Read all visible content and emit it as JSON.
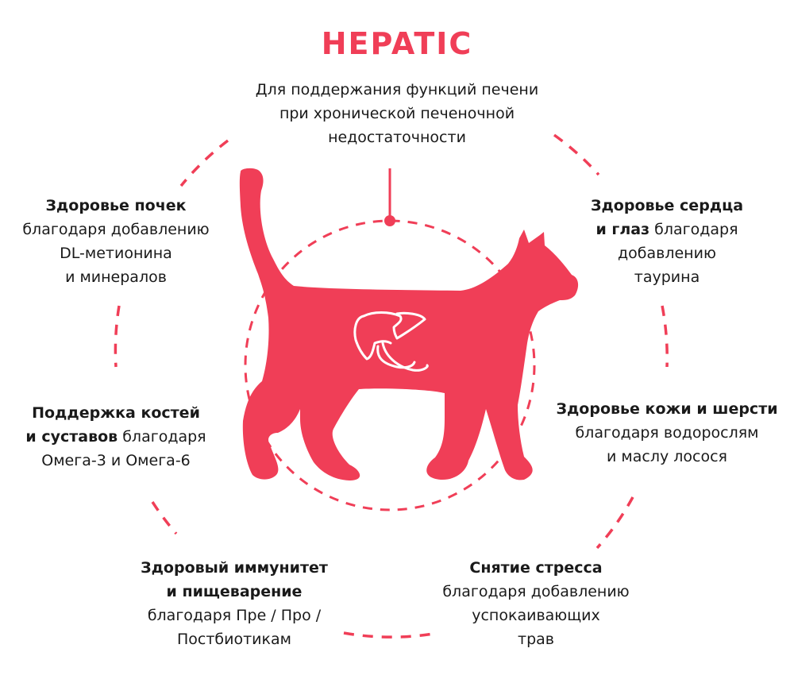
{
  "title": "HEPATIC",
  "accent_color": "#f03e57",
  "center": {
    "lines": [
      "Для поддержания функций печени",
      "при хронической печеночной",
      "недостаточности"
    ]
  },
  "benefits": {
    "kidneys": {
      "bold": "Здоровье почек",
      "lines": [
        "благодаря добавлению",
        "DL-метионина",
        "и минералов"
      ]
    },
    "heart": {
      "bold_line1": "Здоровье сердца",
      "bold_line2": "и глаз",
      "rest_line2": " благодаря",
      "lines": [
        "добавлению",
        "таурина"
      ]
    },
    "bones": {
      "bold_line1": "Поддержка костей",
      "bold_line2": "и суставов",
      "rest_line2": " благодаря",
      "lines": [
        "Омега-3 и Омега-6"
      ]
    },
    "skin": {
      "bold": "Здоровье кожи и шерсти",
      "lines": [
        "благодаря водорослям",
        "и маслу лосося"
      ]
    },
    "immunity": {
      "bold_line1": "Здоровый иммунитет",
      "bold_line2": "и пищеварение",
      "lines": [
        "благодаря Пре / Про /",
        "Постбиотикам"
      ]
    },
    "stress": {
      "bold": "Снятие стресса",
      "lines": [
        "благодаря добавлению",
        "успокаивающих",
        "трав"
      ]
    }
  },
  "icons": {
    "cat": "cat-silhouette-icon",
    "liver": "liver-icon"
  }
}
